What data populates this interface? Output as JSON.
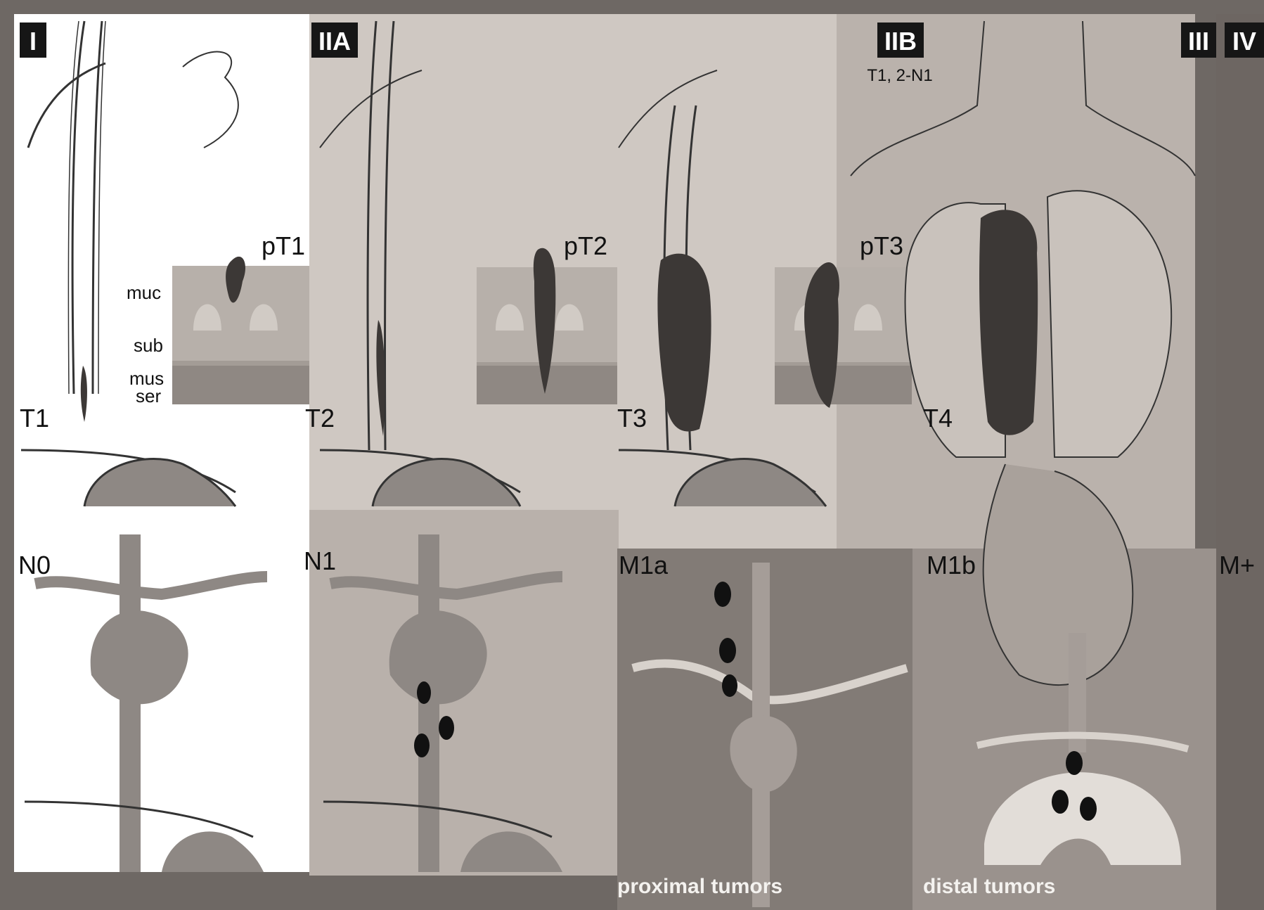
{
  "stages": [
    {
      "id": "I",
      "label": "I"
    },
    {
      "id": "IIA",
      "label": "IIA"
    },
    {
      "id": "IIB",
      "label": "IIB",
      "sublabel": "T1, 2-N1"
    },
    {
      "id": "III",
      "label": "III"
    },
    {
      "id": "IV",
      "label": "IV"
    }
  ],
  "tumor_labels": {
    "t1": "T1",
    "t2": "T2",
    "t3": "T3",
    "t4": "T4"
  },
  "path_labels": {
    "pt1": "pT1",
    "pt2": "pT2",
    "pt3": "pT3"
  },
  "layer_labels": {
    "muc": "muc",
    "sub": "sub",
    "mus": "mus",
    "ser": "ser"
  },
  "node_labels": {
    "n0": "N0",
    "n1": "N1"
  },
  "metastasis_labels": {
    "m1a": "M1a",
    "m1b": "M1b",
    "mplus": "M+"
  },
  "caption_labels": {
    "proximal": "proximal tumors",
    "distal": "distal tumors"
  },
  "colors": {
    "background": "#6e6864",
    "panel_white": "#ffffff",
    "panel_light": "#d8d2cc",
    "panel_mid": "#b6aea8",
    "panel_dark": "#7f7873",
    "tumor": "#3c3836",
    "organ": "#8e8884",
    "node": "#111111"
  }
}
